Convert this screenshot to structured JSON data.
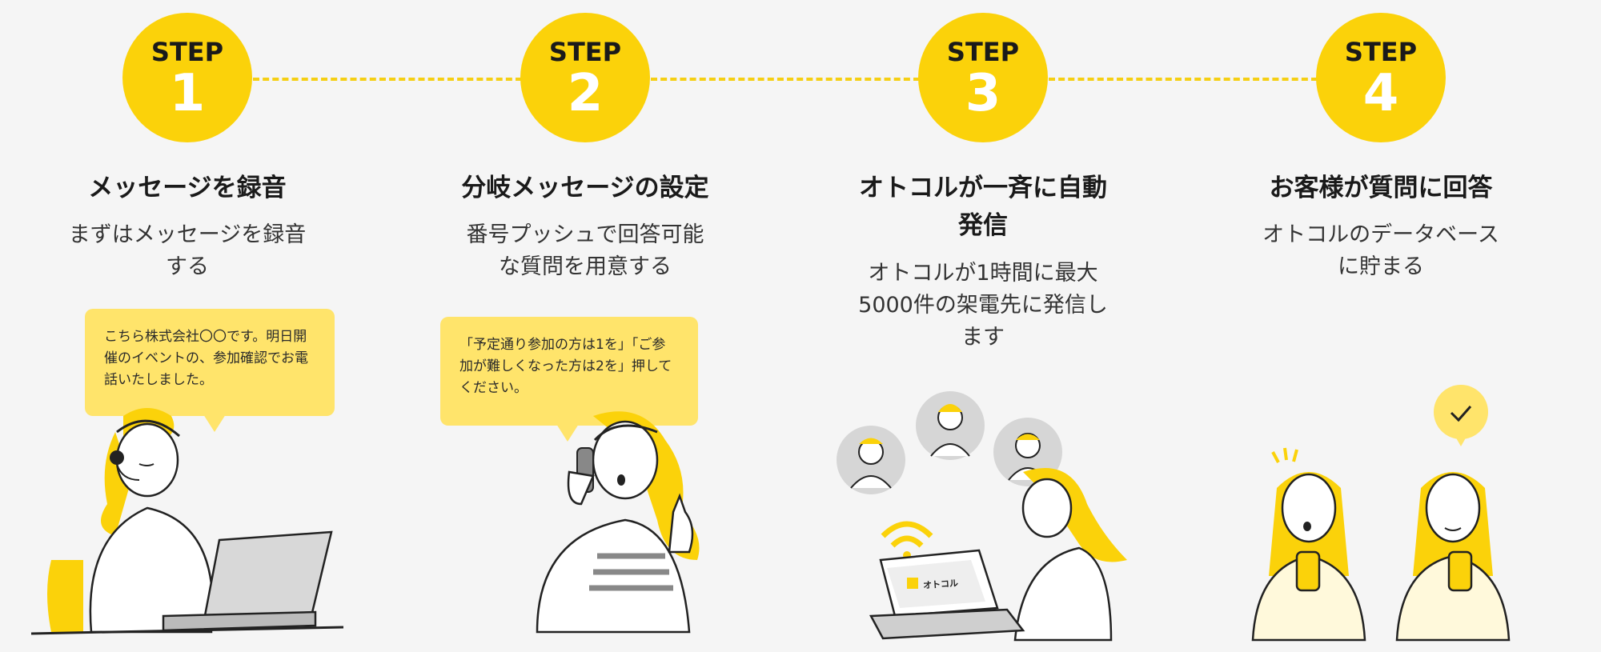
{
  "steps": [
    {
      "label": "STEP",
      "number": "1",
      "title": "メッセージを録音",
      "description": "まずはメッセージを録音する",
      "bubble": "こちら株式会社〇〇です。明日開催のイベントの、参加確認でお電話いたしました。",
      "illustration": "woman-with-headset-at-laptop"
    },
    {
      "label": "STEP",
      "number": "2",
      "title": "分岐メッセージの設定",
      "description": "番号プッシュで回答可能な質問を用意する",
      "bubble": "「予定通り参加の方は1を」「ご参加が難しくなった方は2を」押してください。",
      "illustration": "woman-on-phone-raising-finger"
    },
    {
      "label": "STEP",
      "number": "3",
      "title": "オトコルが一斉に自動発信",
      "description": "オトコルが1時間に最大5000件の架電先に発信します",
      "laptop_logo": "オトコル",
      "illustration": "woman-at-laptop-calling-three-people"
    },
    {
      "label": "STEP",
      "number": "4",
      "title": "お客様が質問に回答",
      "description": "オトコルのデータベースに貯まる",
      "illustration": "two-women-answering-on-smartphones"
    }
  ],
  "colors": {
    "accent": "#fbd20a",
    "bubble": "#ffe46b",
    "background": "#f5f5f5",
    "dashed_line": "#f5cf14"
  }
}
